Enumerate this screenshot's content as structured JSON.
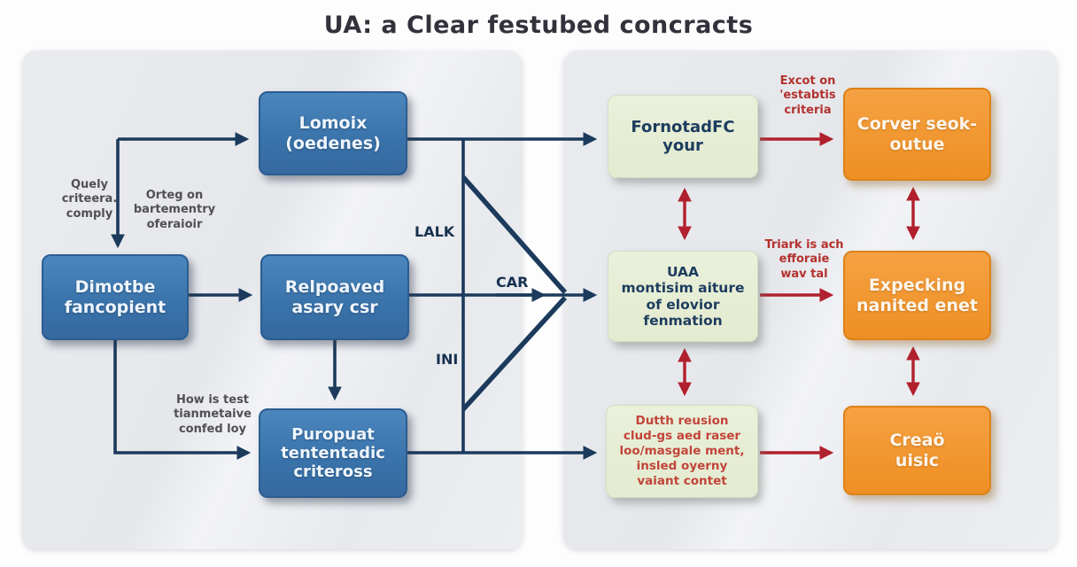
{
  "title": "UA: a Clear festubed concracts",
  "left_panel": {
    "boxes": {
      "lomoix": "Lomoix\n(oedenes)",
      "dimotbe": "Dimotbe\nfancopient",
      "relpoaved": "Relpoaved\nasary csr",
      "puropuat": "Puropuat\ntententadic\ncriteross"
    },
    "notes": {
      "quely": "Quely\ncriteera.\ncomply",
      "orteg": "Orteg on\nbartementry\noferaioir",
      "howis": "How is test\ntianmetaive\nconfed loy"
    },
    "line_labels": {
      "lalk": "LALK",
      "car": "CAR",
      "ini": "INI"
    }
  },
  "right_panel": {
    "green_boxes": {
      "fornotad": "FornotadFC\nyour",
      "uaa": "UAA\nmontisim aiture\nof elovior\nfenmation",
      "dutth": "Dutth reusion\nclud-gs aed raser\nloo/masgale ment,\ninsled oyerny\nvaiant contet"
    },
    "orange_boxes": {
      "corver": "Corver seok-\noutue",
      "expecking": "Expecking\nnanited enet",
      "creao": "Creaö\nuisic"
    },
    "notes": {
      "excot": "Excot on\n'estabtis\ncriteria",
      "triark": "Triark is ach\nefforaie\nwav tal"
    }
  },
  "colors": {
    "blue_box": "#3a74ab",
    "green_box": "#e3ebd0",
    "orange_box": "#ee8f22",
    "navy_arrow": "#1b3a5c",
    "red_arrow": "#b1202d",
    "red_text": "#b3312c",
    "panel_bg": "#e8eaed"
  }
}
